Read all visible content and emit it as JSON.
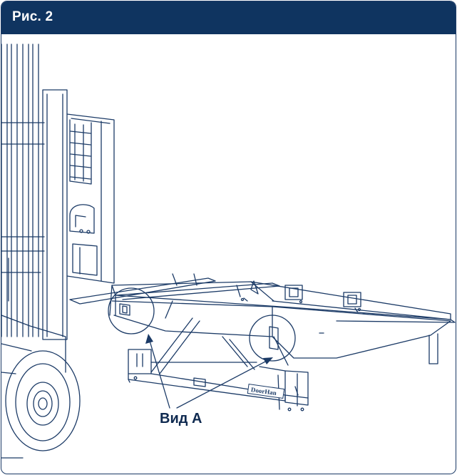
{
  "header": {
    "title": "Рис. 2"
  },
  "callout": {
    "label": "Вид А"
  },
  "brand_plate": {
    "text": "DoorHan"
  },
  "colors": {
    "header_bg": "#0f3460",
    "line": "#1b3a66",
    "text": "#0f2a50"
  }
}
